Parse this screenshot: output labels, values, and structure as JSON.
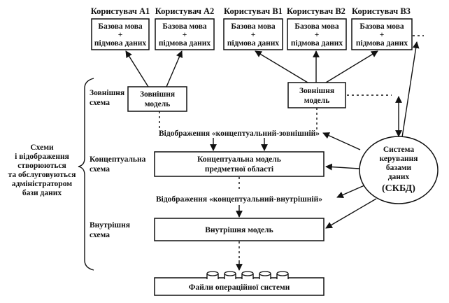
{
  "users": [
    {
      "label": "Користувач А1"
    },
    {
      "label": "Користувач А2"
    },
    {
      "label": "Користувач В1"
    },
    {
      "label": "Користувач В2"
    },
    {
      "label": "Користувач В3"
    }
  ],
  "user_box": {
    "line1": "Базова мова",
    "line2": "+",
    "line3": "підмова даних"
  },
  "external_schema_label": {
    "line1": "Зовнішня",
    "line2": "схема"
  },
  "external_model": {
    "line1": "Зовнішня",
    "line2": "модель"
  },
  "mapping_conceptual_external": "Відображення «концептуальний-зовнішній»",
  "conceptual_schema_label": {
    "line1": "Концептуальна",
    "line2": "схема"
  },
  "conceptual_model": {
    "line1": "Концептуальна модель",
    "line2": "предметної області"
  },
  "mapping_conceptual_internal": "Відображення «концептуальний-внутрішній»",
  "internal_schema_label": {
    "line1": "Внутрішня",
    "line2": "схема"
  },
  "internal_model": "Внутрішня модель",
  "os_files": "Файли операційної системи",
  "admin_note": {
    "line1": "Схеми",
    "line2": "і відображення",
    "line3": "створюються",
    "line4": "та обслуговуються",
    "line5": "адміністратором",
    "line6": "бази даних"
  },
  "dbms": {
    "line1": "Система",
    "line2": "керування",
    "line3": "базами",
    "line4": "даних",
    "line5": "(СКБД)"
  }
}
